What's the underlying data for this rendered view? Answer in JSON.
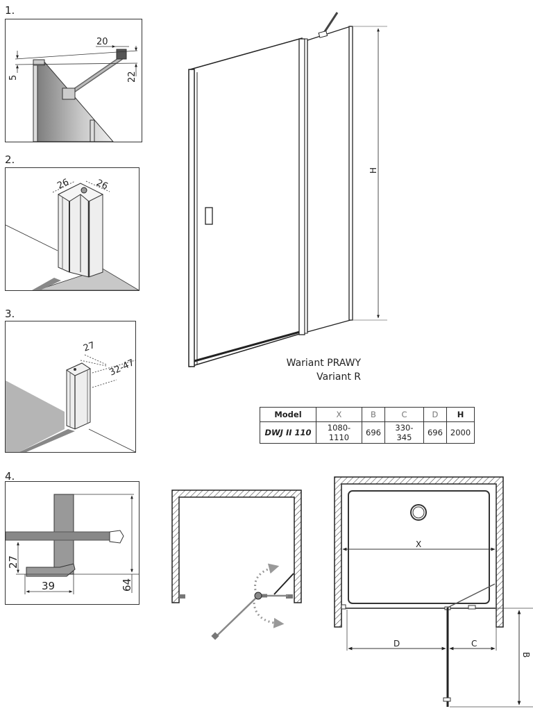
{
  "steps": [
    {
      "number": "1.",
      "dims": {
        "offset_top": "5",
        "bracket_width": "20",
        "bracket_height": "22"
      }
    },
    {
      "number": "2.",
      "dims": {
        "profile_a": "26",
        "profile_b": "26"
      }
    },
    {
      "number": "3.",
      "dims": {
        "profile_width": "27",
        "adjust_range": "32-47"
      }
    },
    {
      "number": "4.",
      "dims": {
        "threshold_height": "27",
        "foot_length": "39",
        "total_height": "64"
      }
    }
  ],
  "front_view": {
    "height_label": "H"
  },
  "variant": {
    "line1": "Wariant PRAWY",
    "line2": "Variant R"
  },
  "spec_table": {
    "headers": [
      "Model",
      "X",
      "B",
      "C",
      "D",
      "H"
    ],
    "rows": [
      [
        "DWJ II 110",
        "1080-1110",
        "696",
        "330-345",
        "696",
        "2000"
      ]
    ]
  },
  "plan_view": {
    "labels": {
      "x": "X",
      "d": "D",
      "c": "C",
      "b": "B"
    }
  },
  "colors": {
    "line": "#222222",
    "grey_fill": "#9a9a9a",
    "light_fill": "#e6e6e6",
    "floor": "#b5b5b5",
    "arrow": "#999999"
  }
}
